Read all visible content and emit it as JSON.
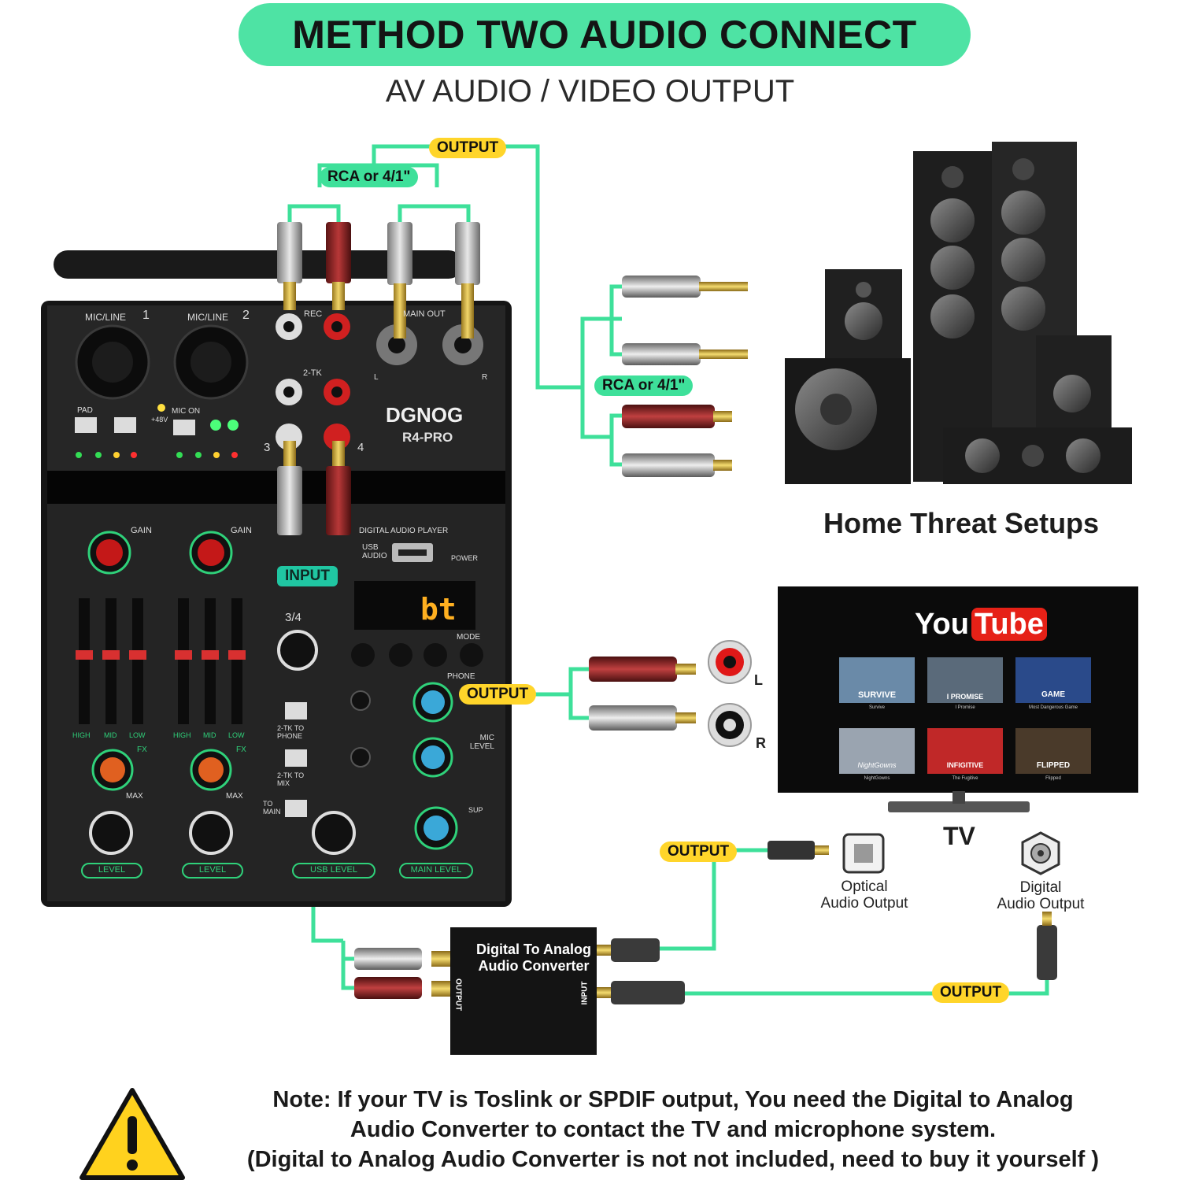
{
  "header": {
    "title": "METHOD TWO AUDIO CONNECT",
    "subtitle": "AV AUDIO / VIDEO OUTPUT"
  },
  "tags": {
    "output_top": "OUTPUT",
    "rca_top": "RCA or 4/1\"",
    "rca_right": "RCA or 4/1\"",
    "input": "INPUT",
    "output_phone": "OUTPUT",
    "output_optical": "OUTPUT",
    "output_digital": "OUTPUT"
  },
  "mixer": {
    "brand": "DGNOG",
    "model": "R4-PRO",
    "ch1_label": "MIC/LINE",
    "ch1_num": "1",
    "ch2_label": "MIC/LINE",
    "ch2_num": "2",
    "rec": "REC",
    "main_out": "MAIN OUT",
    "two_tk": "2-TK",
    "pad": "PAD",
    "mic_on": "MIC ON",
    "plus48v": "+48V",
    "gain": "GAIN",
    "high": "HIGH",
    "mid": "MID",
    "low": "LOW",
    "fx": "FX",
    "max": "MAX",
    "level": "LEVEL",
    "usb_level": "USB LEVEL",
    "main_level": "MAIN LEVEL",
    "digital_audio_player": "DIGITAL AUDIO PLAYER",
    "usb_audio": "USB AUDIO",
    "power": "POWER",
    "mode": "MODE",
    "phone": "PHONE",
    "mic_level": "MIC LEVEL",
    "display": "bt",
    "two_tk_to_phone": "2-TK TO PHONE",
    "two_tk_to_mix": "2-TK TO MIX",
    "to_main": "TO MAIN",
    "sup": "SUP",
    "l": "L",
    "r": "R",
    "ch34": "3/4",
    "ch3": "3",
    "ch4": "4"
  },
  "speakers": {
    "caption": "Home Threat Setups"
  },
  "tv": {
    "caption": "TV",
    "youtube_you": "You",
    "youtube_tube": "Tube",
    "thumbs": [
      "SURVIVE",
      "I PROMISE",
      "GAME",
      "NightGowns",
      "INFIGITIVE",
      "FLIPPED"
    ],
    "thumb_subs": [
      "Survive",
      "I Promise",
      "Most Dangerous Game",
      "NightGowns",
      "The Fugitive",
      "Flipped"
    ]
  },
  "rca_jacks": {
    "left": "L",
    "right": "R"
  },
  "ports": {
    "optical": "Optical\nAudio Output",
    "digital": "Digital\nAudio Output"
  },
  "converter": {
    "title_line1": "Digital To Analog",
    "title_line2": "Audio Converter",
    "output": "OUTPUT",
    "input": "INPUT"
  },
  "note": {
    "line1": "Note: If your TV is Toslink or SPDIF output, You need the Digital to Analog",
    "line2": "Audio Converter to contact the TV and microphone system.",
    "line3": "(Digital to Analog Audio Converter is not not included, need to buy it yourself )"
  },
  "colors": {
    "title_bg": "#4ee3a4",
    "wire": "#3ee09a",
    "tag_yellow": "#ffd52a",
    "mixer_body": "#222222",
    "accent_green": "#2fd17a"
  }
}
